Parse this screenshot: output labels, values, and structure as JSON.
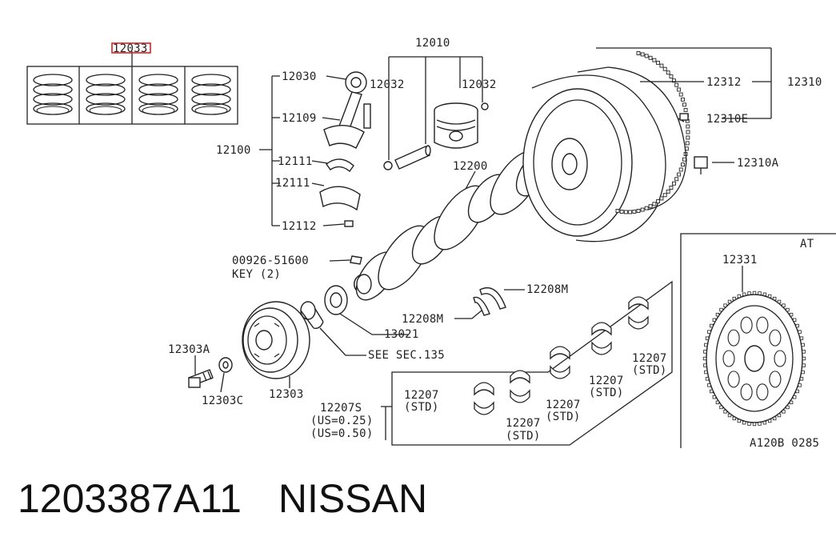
{
  "labels": {
    "l12033": "12033",
    "l12010": "12010",
    "l12030": "12030",
    "l12032a": "12032",
    "l12032b": "12032",
    "l12109": "12109",
    "l12100": "12100",
    "l12111a": "12111",
    "l12111b": "12111",
    "l12112": "12112",
    "l12200": "12200",
    "l12312": "12312",
    "l12310": "12310",
    "l12310e": "12310E",
    "l12310a": "12310A",
    "l00926": "00926-51600",
    "lkey": "KEY (2)",
    "l12208m1": "12208M",
    "l12208m2": "12208M",
    "l13021": "13021",
    "lsee": "SEE SEC.135",
    "l12303a": "12303A",
    "l12303c": "12303C",
    "l12303": "12303",
    "l12207s": "12207S",
    "lus025": "(US=0.25)",
    "lus050": "(US=0.50)",
    "l12207_1": "12207",
    "lstd1": "(STD)",
    "l12207_2": "12207",
    "lstd2": "(STD)",
    "l12207_3": "12207",
    "lstd3": "(STD)",
    "l12207_4": "12207",
    "lstd4": "(STD)",
    "l12207_5": "12207",
    "lstd5": "(STD)",
    "lat": "AT",
    "l12331": "12331",
    "lcode": "A120B 0285"
  },
  "caption": {
    "part_number": "1203387A11",
    "brand": "NISSAN"
  },
  "highlight_color": "#e02020"
}
